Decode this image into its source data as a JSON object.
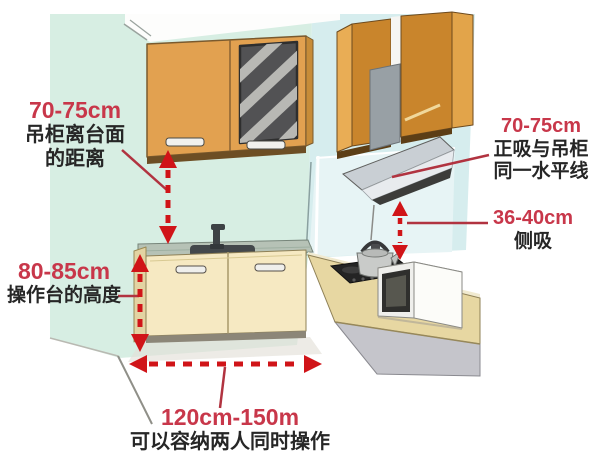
{
  "annotations": {
    "hang_cabinet_gap": {
      "value": "70-75cm",
      "label_line1": "吊柜离台面",
      "label_line2": "的距离"
    },
    "worktop_height": {
      "value": "80-85cm",
      "label": "操作台的高度"
    },
    "front_hood": {
      "value": "70-75cm",
      "label_line1": "正吸与吊柜",
      "label_line2": "同一水平线"
    },
    "side_hood": {
      "value": "36-40cm",
      "label": "侧吸"
    },
    "aisle_width": {
      "value": "120cm-150m",
      "label": "可以容纳两人同时操作"
    }
  },
  "colors": {
    "measure_arrow_red": "#d01418",
    "pointer_line_red": "#b13340",
    "value_text_red": "#c8374a",
    "label_text_black": "#262626",
    "wall_left_mint": "#d7eee3",
    "wall_right_cyan": "#d6edee",
    "upper_cabinet_front": "#e2a150",
    "upper_cabinet_right_front": "#c9852c",
    "base_cabinet_cream": "#f6e9c2",
    "right_counter_tan": "#e7d7a2",
    "counter_front_gray": "#c5c5cb",
    "hood_gray": "#c9cfd4",
    "countertop_gray_green": "#b6c2b6"
  }
}
